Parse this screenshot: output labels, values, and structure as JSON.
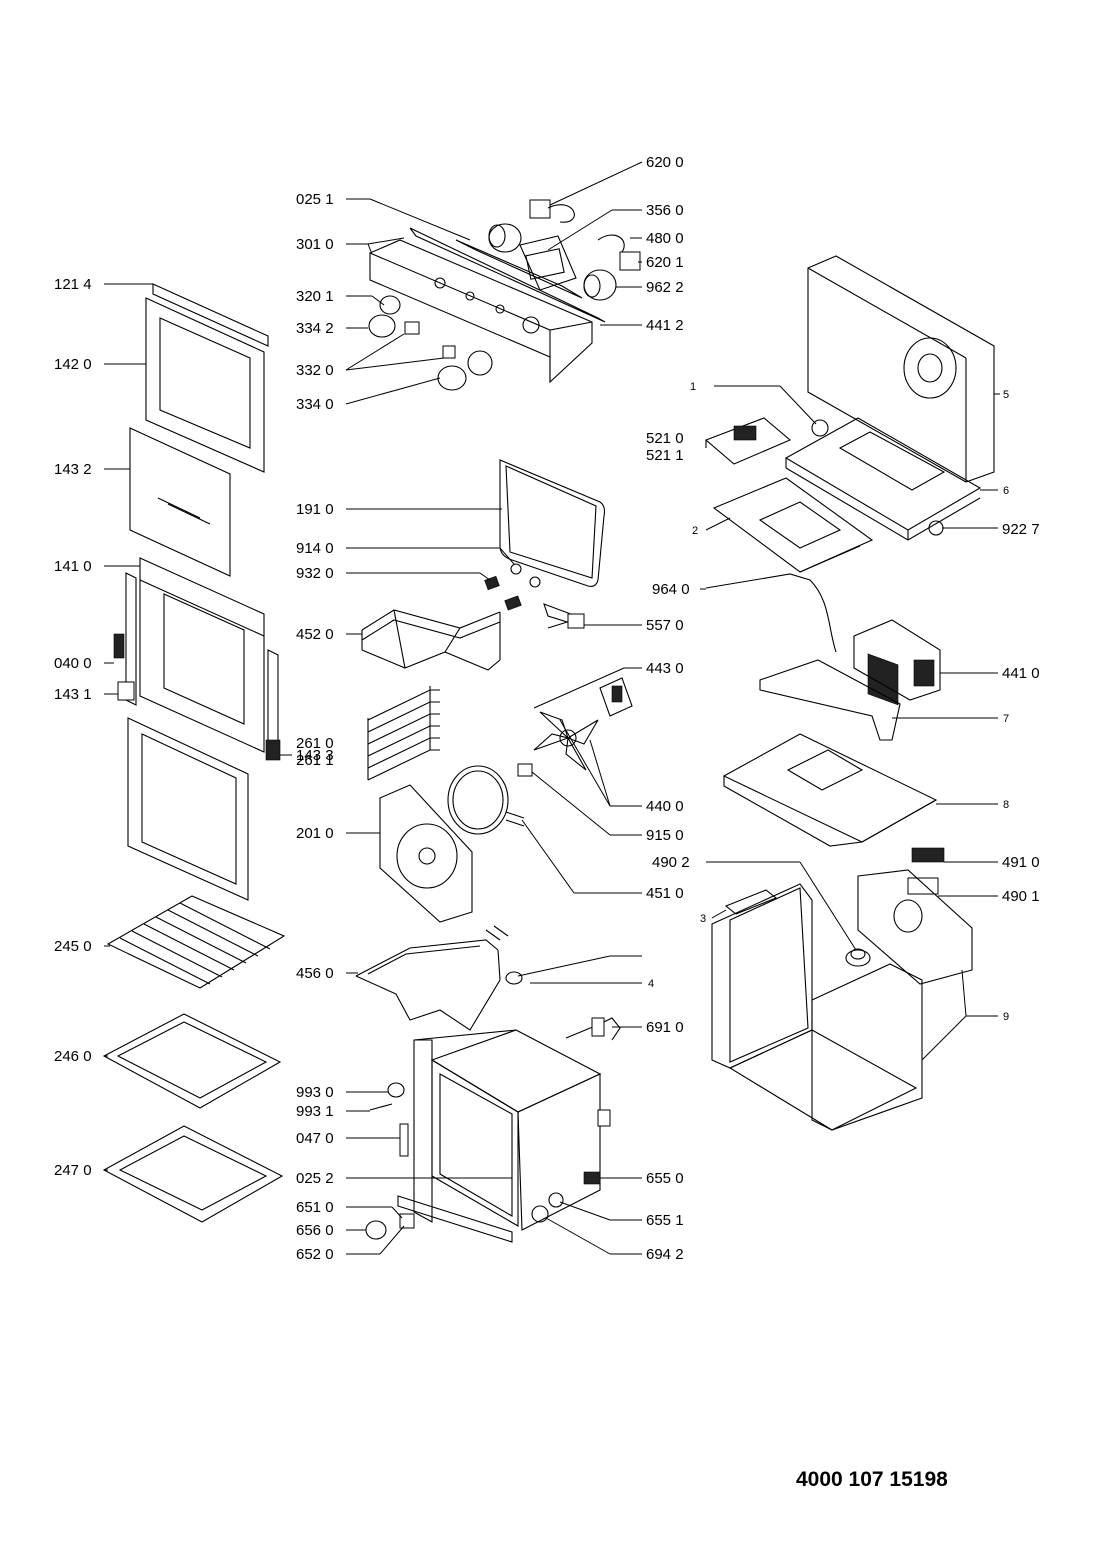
{
  "document_number": "4000 107 15198",
  "labels": {
    "p6200": "620 0",
    "p0251": "025 1",
    "p3560": "356 0",
    "p3010": "301 0",
    "p4800": "480 0",
    "p6201": "620 1",
    "p1214": "121 4",
    "p9622": "962 2",
    "p3201": "320 1",
    "p3342": "334 2",
    "p4412": "441 2",
    "p1420": "142 0",
    "p3320": "332 0",
    "p3340": "334 0",
    "p5": "5",
    "p1": "1",
    "p5210": "521 0",
    "p5211": "521 1",
    "p1432": "143 2",
    "p6": "6",
    "p1910": "191 0",
    "p2": "2",
    "p9227": "922 7",
    "p9140": "914 0",
    "p1410": "141 0",
    "p9320": "932 0",
    "p9640": "964 0",
    "p5570": "557 0",
    "p4520": "452 0",
    "p0400": "040 0",
    "p4430": "443 0",
    "p4410": "441 0",
    "p1431": "143 1",
    "p7": "7",
    "p2610": "261 0",
    "p2611": "261 1",
    "p1433": "143 3",
    "p4400": "440 0",
    "p8": "8",
    "p2010": "201 0",
    "p9150": "915 0",
    "p4902": "490 2",
    "p4910": "491 0",
    "p4510": "451 0",
    "p4901": "490 1",
    "p3": "3",
    "p2450": "245 0",
    "p4560": "456 0",
    "p4": "4",
    "p9": "9",
    "p6910": "691 0",
    "p2460": "246 0",
    "p9930": "993 0",
    "p9931": "993 1",
    "p0470": "047 0",
    "p2470": "247 0",
    "p0252": "025 2",
    "p6550": "655 0",
    "p6510": "651 0",
    "p6551": "655 1",
    "p6560": "656 0",
    "p6520": "652 0",
    "p6942": "694 2"
  }
}
